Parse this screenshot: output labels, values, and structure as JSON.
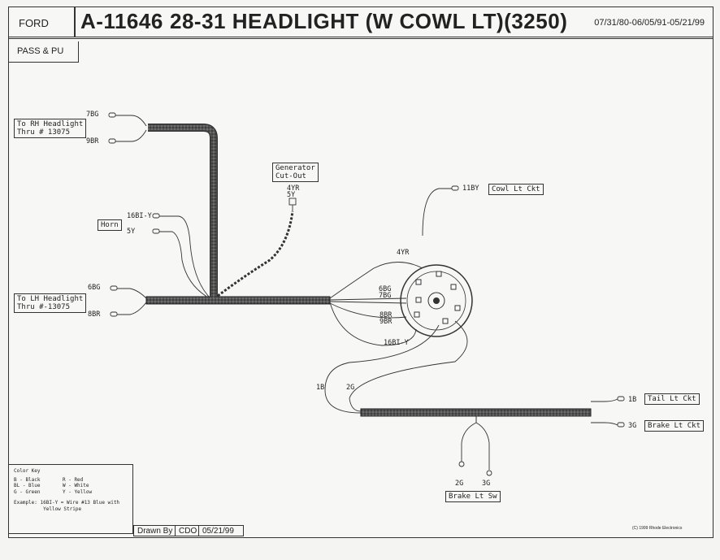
{
  "header": {
    "make": "FORD",
    "part_number": "A-11646",
    "title": "28-31 HEADLIGHT (W COWL LT)(3250)",
    "dates": "07/31/80-06/05/91-05/21/99"
  },
  "subheader": {
    "model": "PASS & PU"
  },
  "connectors": {
    "rh_headlight": "To RH Headlight\nThru # 13075",
    "lh_headlight": "To LH Headlight\nThru #-13075",
    "horn": "Horn",
    "generator": "Generator\nCut-Out",
    "cowl": "Cowl Lt Ckt",
    "tail": "Tail Lt Ckt",
    "brake_ckt": "Brake Lt Ckt",
    "brake_sw": "Brake Lt Sw"
  },
  "wire_labels": {
    "rh_top": "7BG",
    "rh_bottom": "9BR",
    "horn_top": "16BI-Y",
    "horn_bottom": "5Y",
    "gen_top": "4YR",
    "gen_bottom": "5Y",
    "lh_top": "6BG",
    "lh_bottom": "8BR",
    "cowl": "11BY",
    "switch_4yr": "4YR",
    "switch_6bg": "6BG",
    "switch_7bg": "7BG",
    "switch_8br": "8BR",
    "switch_9br": "9BR",
    "switch_16bly": "16BI-Y",
    "w1b": "1B",
    "w2g": "2G",
    "tail_1b": "1B",
    "brake_3g": "3G",
    "sw_2g": "2G",
    "sw_3g": "3G"
  },
  "legend": {
    "title": "Color Key",
    "rows": [
      [
        "B - Black",
        "R - Red"
      ],
      [
        "BL - Blue",
        "W - White"
      ],
      [
        "G - Green",
        "Y - Yellow"
      ]
    ],
    "example": "Example: 16BI-Y = Wire #13 Blue with\n          Yellow Stripe"
  },
  "footer": {
    "drawn_by_label": "Drawn By",
    "drawn_by": "CDO",
    "date": "05/21/99",
    "copyright": "(C) 1999 Rhode Electronics"
  }
}
